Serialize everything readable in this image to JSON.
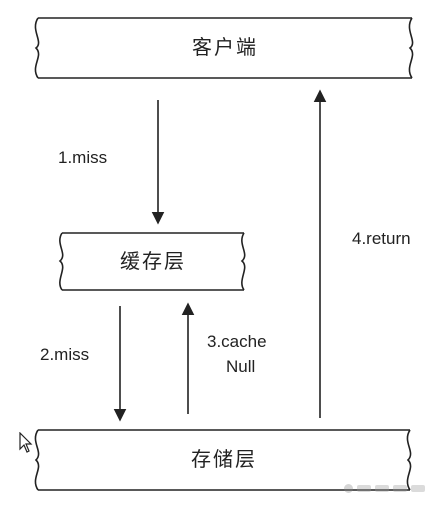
{
  "nodes": {
    "client": {
      "label": "客户端"
    },
    "cache": {
      "label": "缓存层"
    },
    "storage": {
      "label": "存储层"
    }
  },
  "edges": {
    "client_to_cache": {
      "label": "1.miss"
    },
    "cache_to_storage": {
      "label": "2.miss"
    },
    "storage_to_cache": {
      "label_line1": "3.cache",
      "label_line2": "Null"
    },
    "storage_to_client": {
      "label": "4.return"
    }
  },
  "colors": {
    "stroke": "#222222",
    "background": "#ffffff"
  }
}
